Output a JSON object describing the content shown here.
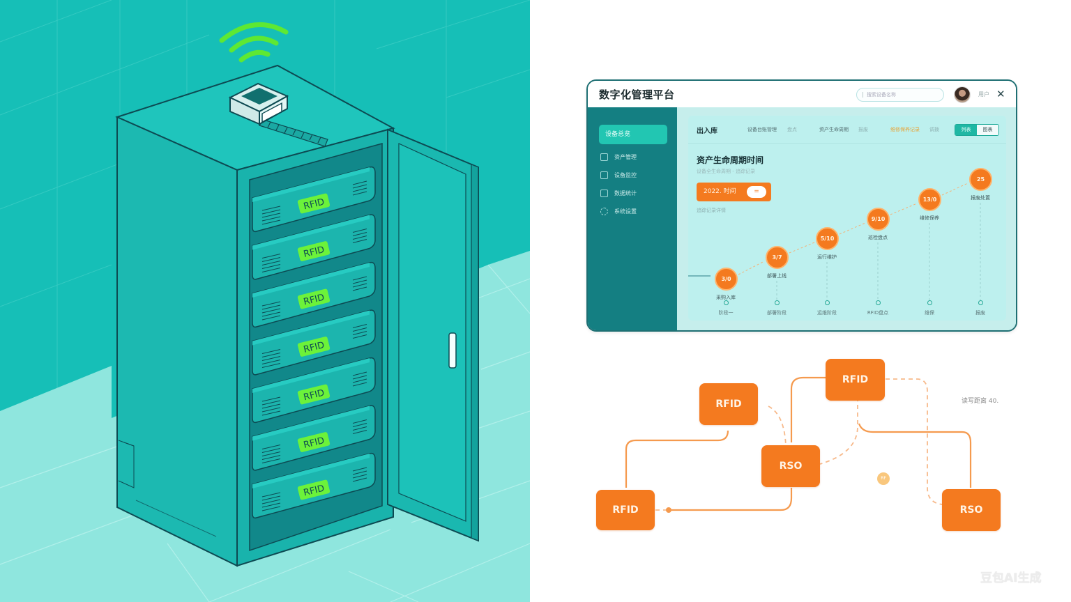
{
  "illustration": {
    "subject": "server-cabinet-with-rfid-reader",
    "wifi_icon": "wifi-icon",
    "rack_labels": [
      "RFID",
      "RFID",
      "RFID",
      "RFID",
      "RFID",
      "RFID",
      "RFID"
    ],
    "colors": {
      "wall": "#16bfb7",
      "floor": "#8fe6de",
      "cabinet": "#1cb9b1",
      "cabinet_dark": "#11888a",
      "outline": "#0d4a52",
      "rfid_tag": "#6cf23a",
      "wifi": "#5ee833"
    }
  },
  "dashboard": {
    "title": "数字化管理平台",
    "search_placeholder": "搜索设备名称",
    "user_label": "用户",
    "close_icon": "close-icon",
    "sidebar": {
      "active_item": "设备总览",
      "items": [
        {
          "label": "资产管理",
          "icon": "document-icon"
        },
        {
          "label": "设备监控",
          "icon": "monitor-icon"
        },
        {
          "label": "数据统计",
          "icon": "chart-icon"
        },
        {
          "label": "系统设置",
          "icon": "link-icon"
        }
      ]
    },
    "tabs": {
      "main": "出入库",
      "items": [
        {
          "label": "设备台账管理",
          "style": "normal"
        },
        {
          "label": "盘点",
          "style": "muted"
        },
        {
          "label": "资产生命周期",
          "style": "normal"
        },
        {
          "label": "报废",
          "style": "muted"
        },
        {
          "label": "维修保养记录",
          "style": "orange"
        },
        {
          "label": "调拨",
          "style": "muted"
        }
      ],
      "segment": {
        "on": "列表",
        "off": "图表"
      }
    },
    "chart_title": "资产生命周期时间",
    "chart_subtitle": "设备全生命周期 - 追踪记录",
    "action_button": {
      "label": "2022. 时间",
      "pill": "="
    },
    "chart_note": "追踪记录详情",
    "timeline": [
      {
        "value": "3/0",
        "label": "采购入库",
        "foot": "阶段一"
      },
      {
        "value": "3/7",
        "label": "部署上线",
        "foot": "部署阶段"
      },
      {
        "value": "5/10",
        "label": "运行维护",
        "foot": "运维阶段"
      },
      {
        "value": "9/10",
        "label": "巡检盘点",
        "foot": "RFID盘点"
      },
      {
        "value": "13/0",
        "label": "维修保养",
        "foot": "维保"
      },
      {
        "value": "25",
        "label": "报废处置",
        "foot": "报废"
      }
    ],
    "colors": {
      "sidebar": "#147f82",
      "active": "#22c6b2",
      "accent": "#f47a1f",
      "panel": "#c6eeec"
    }
  },
  "flow": {
    "nodes": [
      {
        "id": "a",
        "label": "RFID"
      },
      {
        "id": "b",
        "label": "RFID"
      },
      {
        "id": "c",
        "label": "RFID"
      },
      {
        "id": "d",
        "label": "RSO"
      },
      {
        "id": "e",
        "label": "RSO"
      }
    ],
    "note": "读写距离 40.",
    "badge": "RF",
    "accent": "#f47a1f"
  },
  "watermark": "豆包AI生成"
}
